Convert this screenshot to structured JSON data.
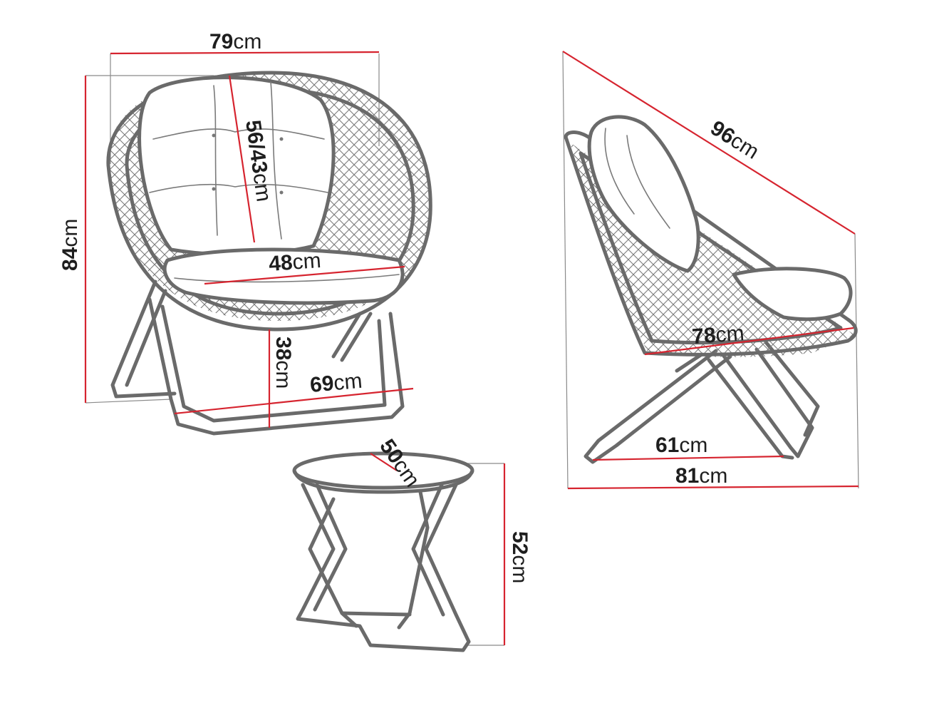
{
  "colors": {
    "dimension_line": "#d6242f",
    "outline": "#6a6a6a",
    "guide": "#8a8a8a",
    "text": "#1e1e1e",
    "background": "#ffffff"
  },
  "unit": "cm",
  "dimensions": {
    "front_width": "79",
    "front_height": "84",
    "backrest": "56/43",
    "seat_width": "48",
    "seat_height": "38",
    "base_width": "69",
    "side_diagonal": "96",
    "side_seat_depth": "78",
    "side_base_depth": "61",
    "side_total_depth": "81",
    "table_diameter": "50",
    "table_height": "52"
  }
}
